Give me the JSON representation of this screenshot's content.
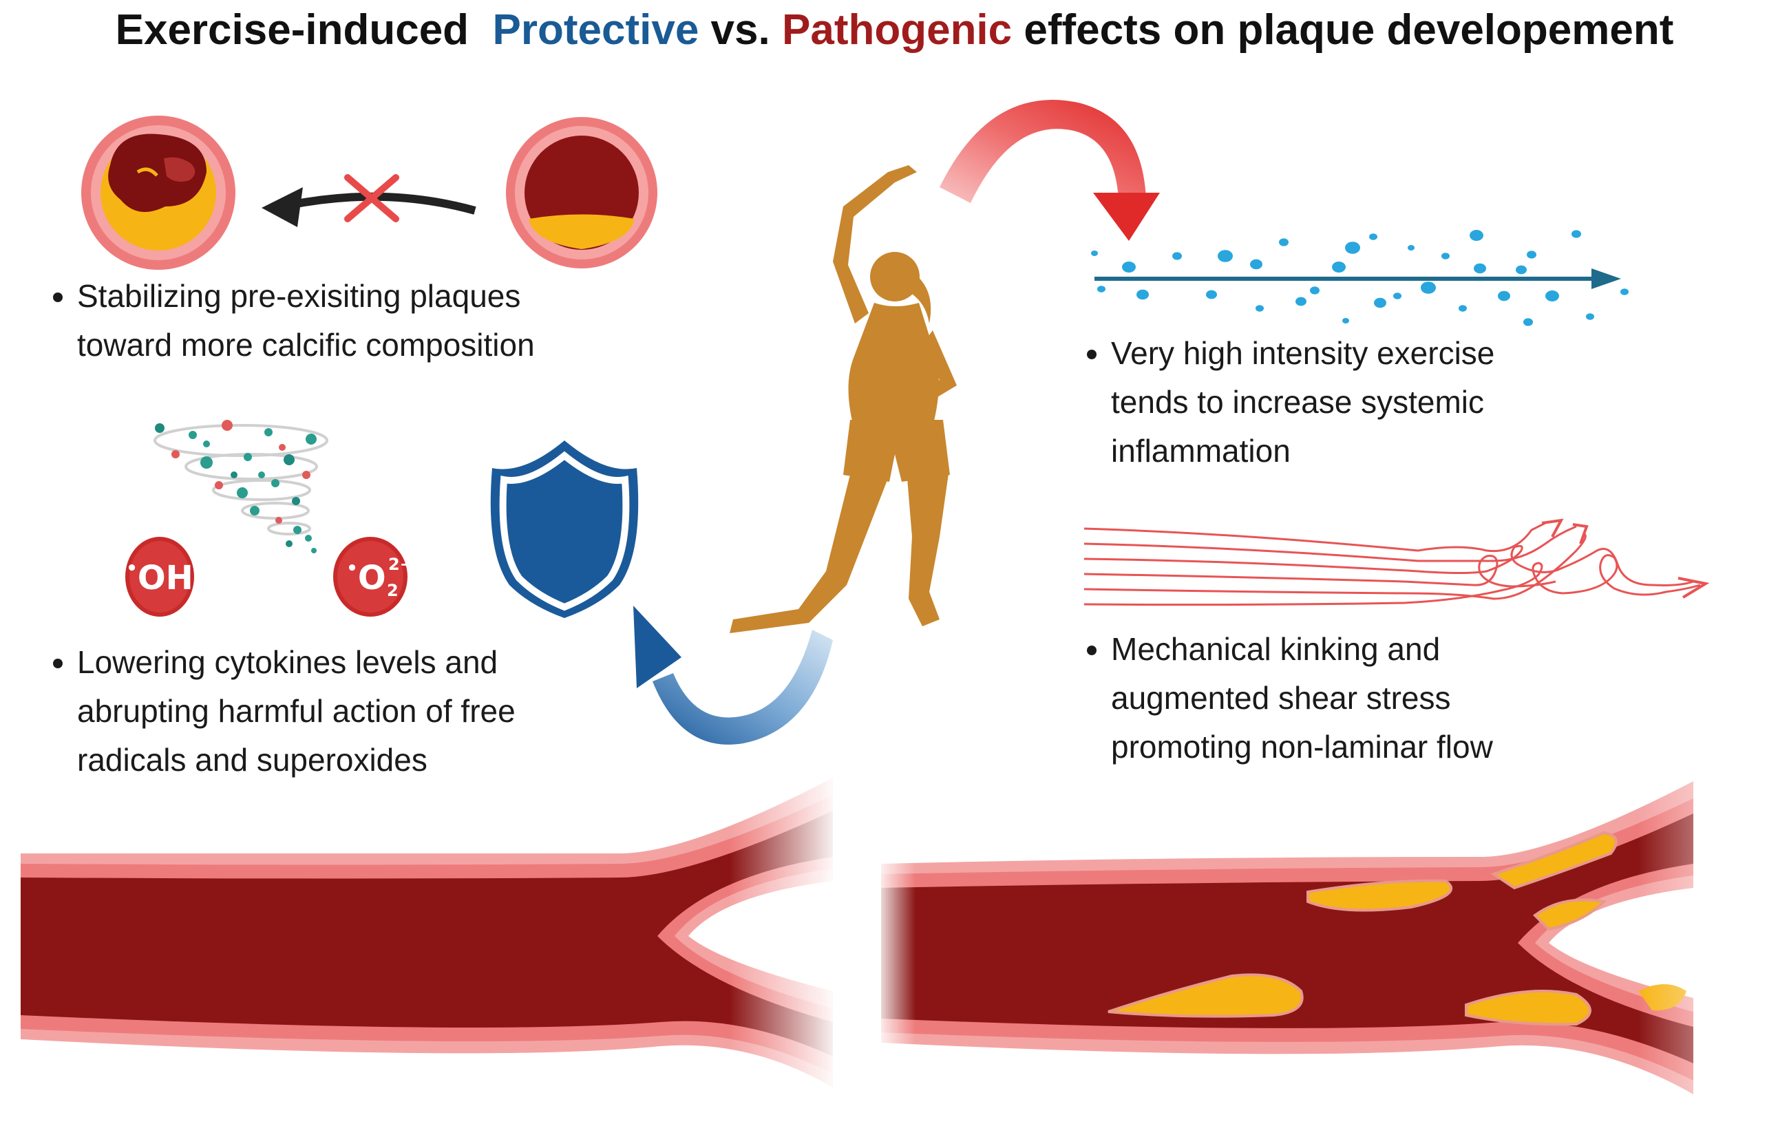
{
  "title": {
    "part1": "Exercise-induced",
    "protective": "Protective",
    "vs": "vs.",
    "pathogenic": "Pathogenic",
    "part2": "effects on plaque developement"
  },
  "colors": {
    "protective": "#1a5a95",
    "pathogenic": "#a01c1c",
    "vessel_outer": "#f08080",
    "vessel_lumen": "#8b1515",
    "plaque": "#f7b415",
    "figure": "#c8862e",
    "particle": "#29a6dd"
  },
  "bullets": {
    "stabilizing": [
      "Stabilizing pre-exisiting plaques",
      "toward more calcific composition"
    ],
    "lowering": [
      "Lowering cytokines levels and",
      "abrupting harmful action of free",
      "radicals and superoxides"
    ],
    "high_intensity": [
      "Very high intensity exercise",
      "tends to increase systemic",
      "inflammation"
    ],
    "mechanical": [
      "Mechanical kinking and",
      "augmented shear stress",
      "promoting non-laminar flow"
    ]
  },
  "radicals": {
    "hydroxyl": "OH",
    "superoxide_base": "O",
    "superoxide_sup": "2−",
    "superoxide_sub": "2",
    "dot": "•"
  }
}
